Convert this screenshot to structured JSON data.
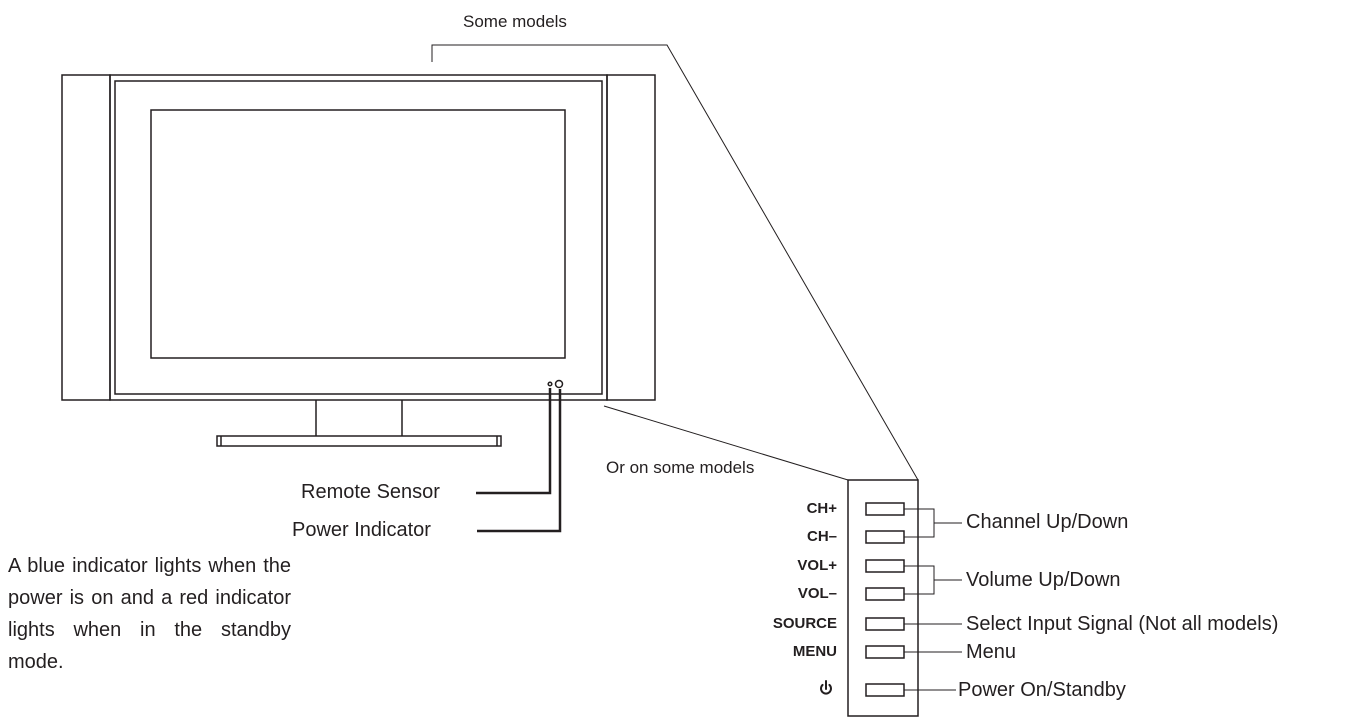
{
  "labels": {
    "top_models": "Some models",
    "side_models": "Or on some models",
    "remote_sensor": "Remote Sensor",
    "power_indicator": "Power Indicator",
    "indicator_note": "A blue indicator lights when the power is on and a red indicator lights when in the standby mode."
  },
  "buttons": [
    {
      "label": "CH+",
      "function": "Channel Up/Down"
    },
    {
      "label": "CH–",
      "function": "Channel Up/Down"
    },
    {
      "label": "VOL+",
      "function": "Volume Up/Down"
    },
    {
      "label": "VOL–",
      "function": "Volume Up/Down"
    },
    {
      "label": "SOURCE",
      "function": "Select Input Signal (Not all models)"
    },
    {
      "label": "MENU",
      "function": "Menu"
    },
    {
      "label": "power-symbol",
      "function": "Power On/Standby"
    }
  ],
  "functions": {
    "channel": "Channel Up/Down",
    "volume": "Volume Up/Down",
    "source": "Select Input Signal (Not all models)",
    "menu": "Menu",
    "power": "Power On/Standby"
  },
  "colors": {
    "ink": "#231f20",
    "background": "#ffffff"
  }
}
